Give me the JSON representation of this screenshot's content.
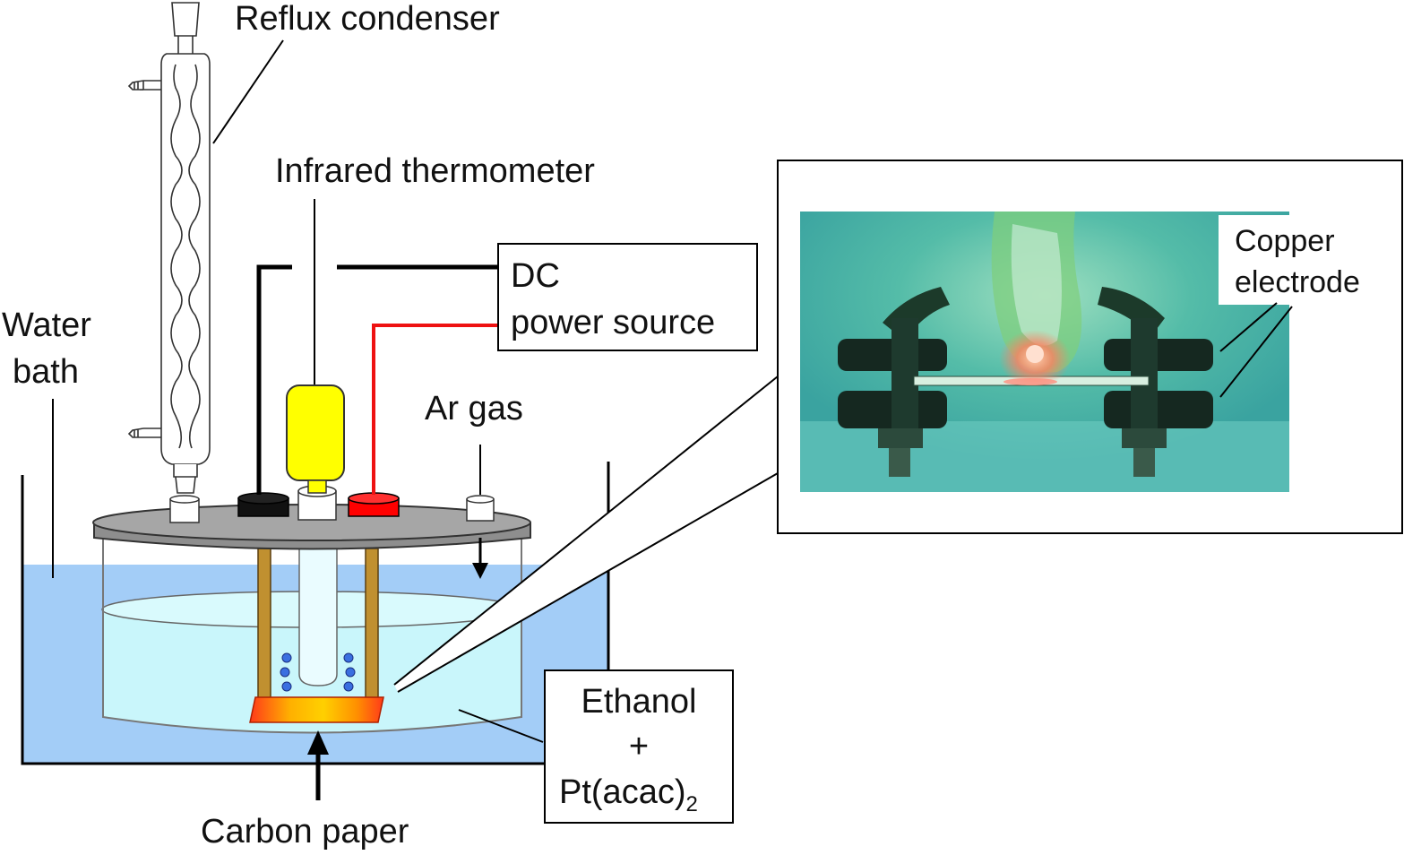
{
  "labels": {
    "reflux_condenser": "Reflux condenser",
    "infrared_thermometer": "Infrared thermometer",
    "dc_line1": "DC",
    "dc_line2": "power source",
    "water_line1": "Water",
    "water_line2": "bath",
    "ar_gas": "Ar gas",
    "copper_line1": "Copper",
    "copper_line2": "electrode",
    "ethanol": "Ethanol",
    "plus": "+",
    "pt_main": "Pt(acac)",
    "pt_sub": "2",
    "carbon_paper": "Carbon paper"
  },
  "colors": {
    "water_bath": "#a3cdf7",
    "beaker_liquid": "#c9f6fb",
    "lid": "#9a9a9a",
    "thermometer_body": "#ffff00",
    "cap_black": "#111111",
    "cap_red": "#ff0000",
    "electrode_rod": "#c09030",
    "photo_bg": "#4fb8a8",
    "wire_red": "#ee1111"
  },
  "icons": {
    "condenser": "reflux-condenser-icon",
    "thermometer": "infrared-thermometer-icon",
    "photo": "plasma-photo-icon"
  }
}
